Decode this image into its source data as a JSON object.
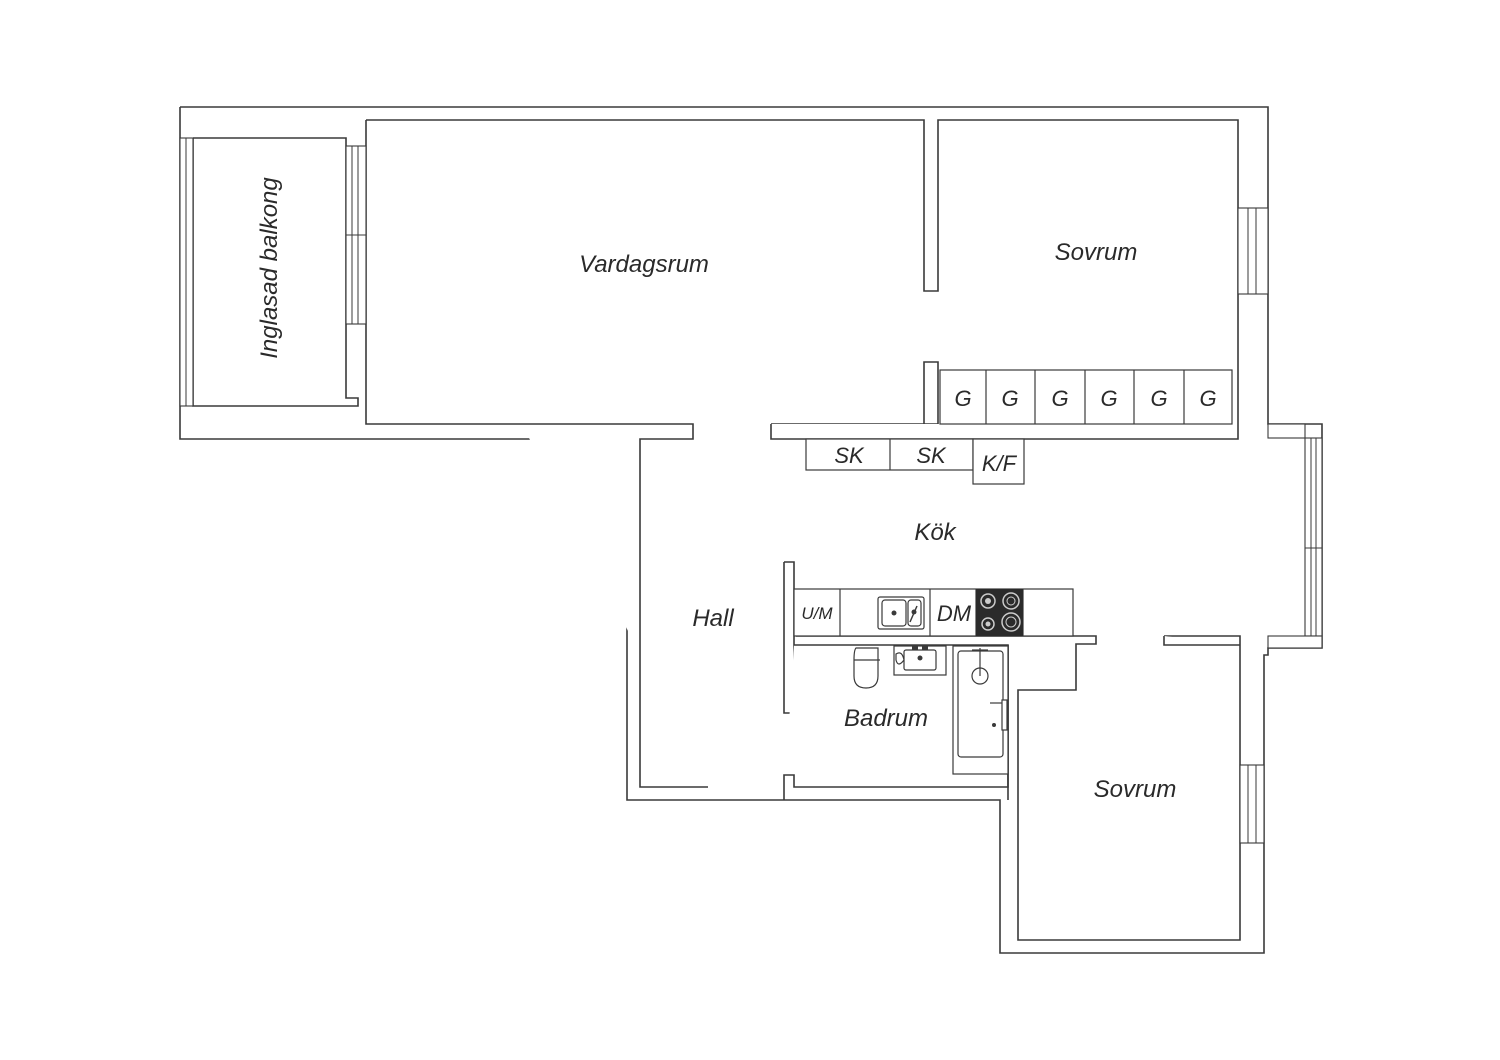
{
  "rooms": {
    "balcony": "Inglasad balkong",
    "living": "Vardagsrum",
    "bedroom_top": "Sovrum",
    "kitchen": "Kök",
    "hall": "Hall",
    "bathroom": "Badrum",
    "bedroom_bottom": "Sovrum"
  },
  "fixtures": {
    "wardrobes": [
      "G",
      "G",
      "G",
      "G",
      "G",
      "G"
    ],
    "kitchen_cabinets": [
      "SK",
      "SK"
    ],
    "fridge_freezer": "K/F",
    "washer": "U/M",
    "dishwasher": "DM"
  },
  "icons": [
    "sink-icon",
    "stove-icon",
    "toilet-icon",
    "washbasin-icon",
    "bathtub-icon"
  ],
  "colors": {
    "line": "#3a3a3a",
    "background": "#ffffff",
    "stove": "#2b2b2b"
  }
}
